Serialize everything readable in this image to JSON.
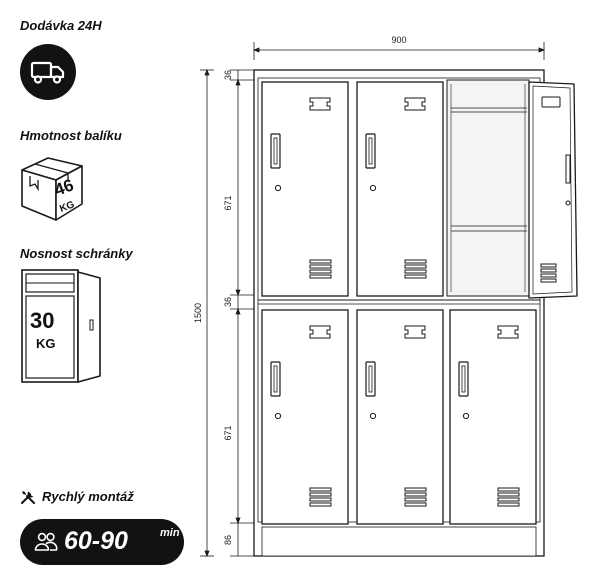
{
  "sidebar": {
    "delivery": {
      "label": "Dodávka 24H",
      "icon": "delivery-truck-icon"
    },
    "package_weight": {
      "label": "Hmotnost balíku",
      "value": "46",
      "unit": "KG",
      "icon": "package-box-icon"
    },
    "locker_capacity": {
      "label": "Nosnost schránky",
      "value": "30",
      "unit": "KG",
      "icon": "open-locker-icon"
    },
    "assembly": {
      "label": "Rychlý montáž",
      "icon": "tools-icon",
      "people_icon": "people-icon",
      "time": "60-90",
      "unit": "min"
    }
  },
  "drawing": {
    "width_dim": "900",
    "height_dim": "1500",
    "top_gap_dim": "36",
    "compartment_dim_top": "671",
    "middle_gap_dim": "36",
    "compartment_dim_bottom": "671",
    "base_dim": "86",
    "colors": {
      "line": "#1a1a1a",
      "fill": "#ffffff",
      "interior": "#f3f3f3"
    }
  }
}
